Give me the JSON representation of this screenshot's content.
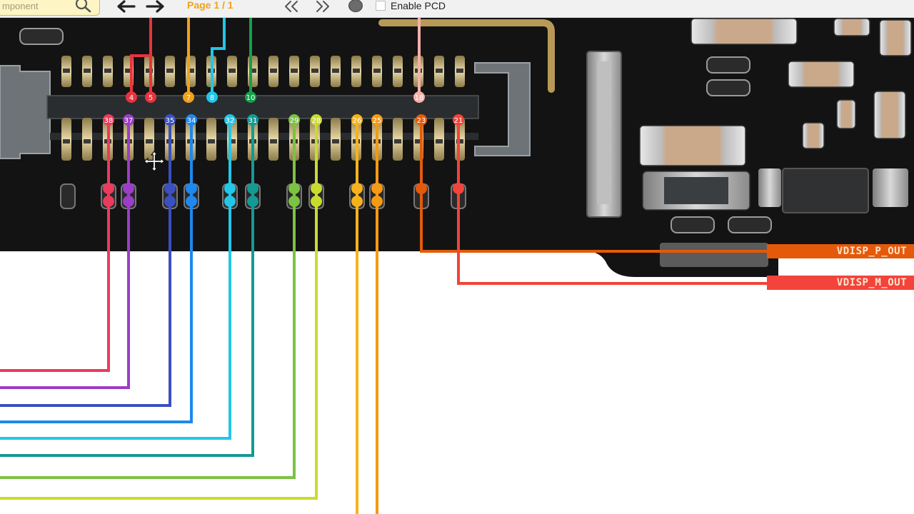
{
  "toolbar": {
    "search_placeholder": "mponent",
    "page_label": "Page 1 / 1",
    "pcd_label": "Enable PCD"
  },
  "icons": [
    "search-icon",
    "arrow-left-icon",
    "arrow-right-icon",
    "double-chevron-left-icon",
    "double-chevron-right-icon",
    "pcd-dot-icon",
    "move-cursor-icon"
  ],
  "colors": {
    "board": "#121212",
    "pad_gold": "#c9b27a",
    "net_vdisp_p": "#e45a0a",
    "net_vdisp_m": "#f2443a"
  },
  "pins_top": [
    {
      "num": "4",
      "color": "#e8343d"
    },
    {
      "num": "5",
      "color": "#e8343d"
    },
    {
      "num": "7",
      "color": "#f0a21b"
    },
    {
      "num": "8",
      "color": "#22c6e8"
    },
    {
      "num": "10",
      "color": "#14a04a"
    },
    {
      "num": "18",
      "color": "#f4b0a8"
    }
  ],
  "pins_bottom": [
    {
      "num": "38",
      "color": "#ec3a5c"
    },
    {
      "num": "37",
      "color": "#9b3dc8"
    },
    {
      "num": "35",
      "color": "#3a4fc0"
    },
    {
      "num": "34",
      "color": "#1e88ee"
    },
    {
      "num": "32",
      "color": "#22c6e8"
    },
    {
      "num": "31",
      "color": "#139a94"
    },
    {
      "num": "29",
      "color": "#7cc243"
    },
    {
      "num": "28",
      "color": "#c8dc2e"
    },
    {
      "num": "26",
      "color": "#f7b21b"
    },
    {
      "num": "25",
      "color": "#f59a12"
    },
    {
      "num": "23",
      "color": "#e45a0a"
    },
    {
      "num": "21",
      "color": "#f2443a"
    }
  ],
  "nets": {
    "vdisp_p": "VDISP_P_OUT",
    "vdisp_m": "VDISP_M_OUT"
  }
}
